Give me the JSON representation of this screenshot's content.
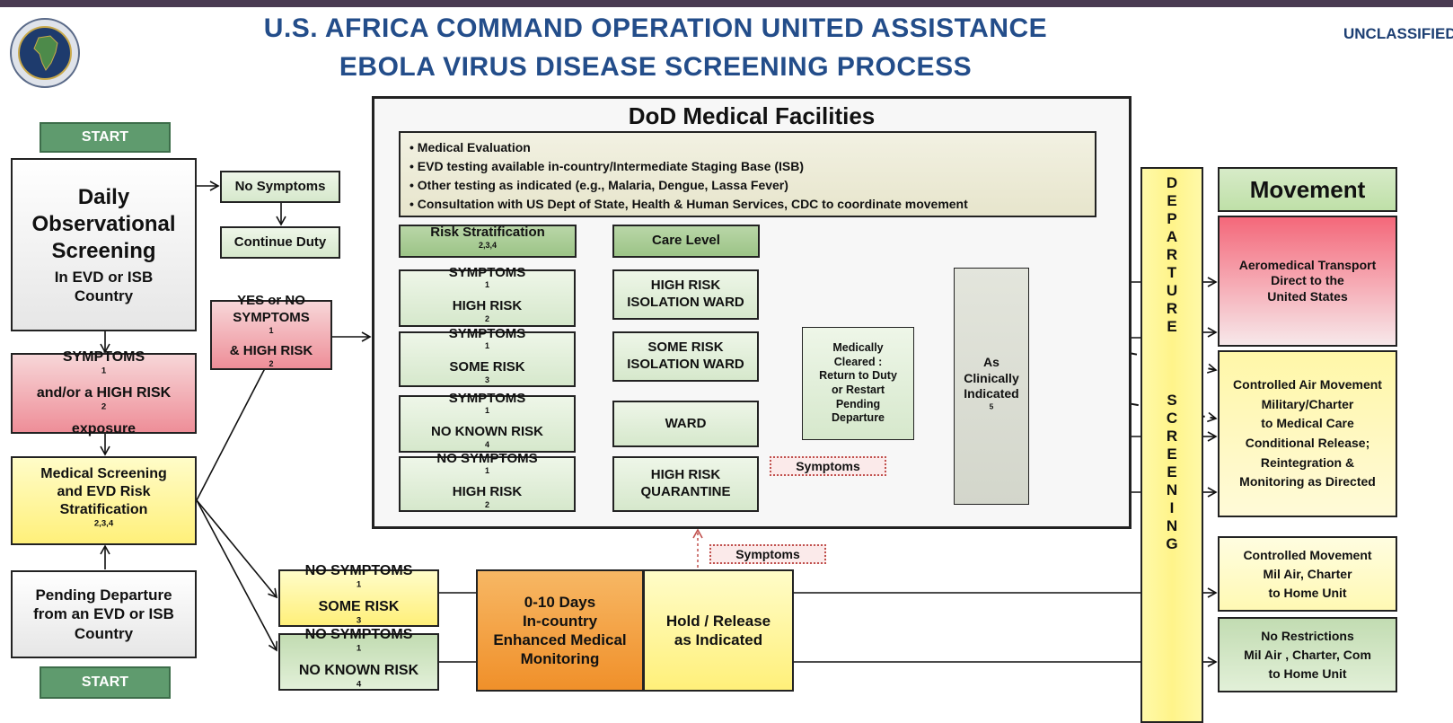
{
  "header": {
    "title_line1": "U.S. AFRICA COMMAND OPERATION UNITED ASSISTANCE",
    "title_line2": "EBOLA VIRUS DISEASE SCREENING PROCESS",
    "classification": "UNCLASSIFIED"
  },
  "left": {
    "start_top": "START",
    "daily": [
      "Daily",
      "Observational",
      "Screening",
      "In EVD or ISB",
      "Country"
    ],
    "no_symptoms": "No Symptoms",
    "continue_duty": "Continue Duty",
    "symptoms_high_risk": [
      "SYMPTOMS",
      "and/or a HIGH RISK",
      "exposure"
    ],
    "medical_screening": [
      "Medical Screening",
      "and  EVD Risk",
      "Stratification"
    ],
    "medical_screening_sup": "2,3,4",
    "pending": [
      "Pending Departure",
      "from an EVD or ISB",
      "Country"
    ],
    "start_bottom": "START",
    "yes_or_no": [
      "YES or NO",
      "SYMPTOMS",
      "& HIGH RISK"
    ],
    "no_symptoms_some_risk": [
      "NO SYMPTOMS",
      "SOME RISK"
    ],
    "no_symptoms_no_known": [
      "NO SYMPTOMS",
      "NO KNOWN RISK"
    ]
  },
  "dod": {
    "title": "DoD Medical Facilities",
    "bullets": [
      "• Medical Evaluation",
      "•  EVD testing available in-country/Intermediate Staging Base (ISB)",
      "•  Other testing as indicated (e.g., Malaria, Dengue, Lassa Fever)",
      "•  Consultation with US Dept of State, Health & Human Services, CDC to coordinate movement"
    ],
    "risk_header": "Risk Stratification",
    "risk_header_sup": "2,3,4",
    "care_header": "Care Level",
    "risk_rows": [
      {
        "line1": "SYMPTOMS",
        "sup1": "1",
        "line2": "HIGH RISK",
        "sup2": "2"
      },
      {
        "line1": "SYMPTOMS",
        "sup1": "1",
        "line2": "SOME RISK",
        "sup2": "3"
      },
      {
        "line1": "SYMPTOMS",
        "sup1": "1",
        "line2": "NO KNOWN RISK",
        "sup2": "4"
      },
      {
        "line1": "NO SYMPTOMS",
        "sup1": "1",
        "line2": "HIGH RISK",
        "sup2": "2"
      }
    ],
    "care_rows": [
      [
        "HIGH RISK",
        "ISOLATION WARD"
      ],
      [
        "SOME RISK",
        "ISOLATION WARD"
      ],
      [
        "WARD"
      ],
      [
        "HIGH RISK",
        "QUARANTINE"
      ]
    ],
    "medically_cleared": [
      "Medically",
      "Cleared :",
      "Return to Duty",
      "or Restart",
      "Pending",
      "Departure"
    ],
    "as_clinically": [
      "As",
      "Clinically",
      "Indicated"
    ],
    "as_clinically_sup": "5",
    "symptoms_label": "Symptoms"
  },
  "bottom": {
    "symptoms_label": "Symptoms",
    "monitoring": [
      "0-10 Days",
      "In-country",
      "Enhanced Medical",
      "Monitoring"
    ],
    "hold_release": [
      "Hold / Release",
      "as Indicated"
    ]
  },
  "departure_letters": [
    "D",
    "E",
    "P",
    "A",
    "R",
    "T",
    "U",
    "R",
    "E",
    "",
    "S",
    "C",
    "R",
    "E",
    "E",
    "N",
    "I",
    "N",
    "G"
  ],
  "movement": {
    "header": "Movement",
    "aeromedical": [
      "Aeromedical Transport",
      "Direct to the",
      "United States"
    ],
    "controlled_air": [
      "Controlled Air Movement",
      "Military/Charter",
      "to Medical Care",
      "Conditional Release;",
      "Reintegration &",
      "Monitoring as Directed"
    ],
    "controlled_movement": [
      "Controlled Movement",
      "Mil Air, Charter",
      "to Home Unit"
    ],
    "no_restrictions": [
      "No Restrictions",
      "Mil Air , Charter, Com",
      "to Home Unit"
    ]
  },
  "colors": {
    "title_blue": "#234d8a",
    "start_green": "#5f9b6e",
    "pink": "#ee8e98",
    "yellow": "#fff07a",
    "orange": "#f0902a"
  }
}
